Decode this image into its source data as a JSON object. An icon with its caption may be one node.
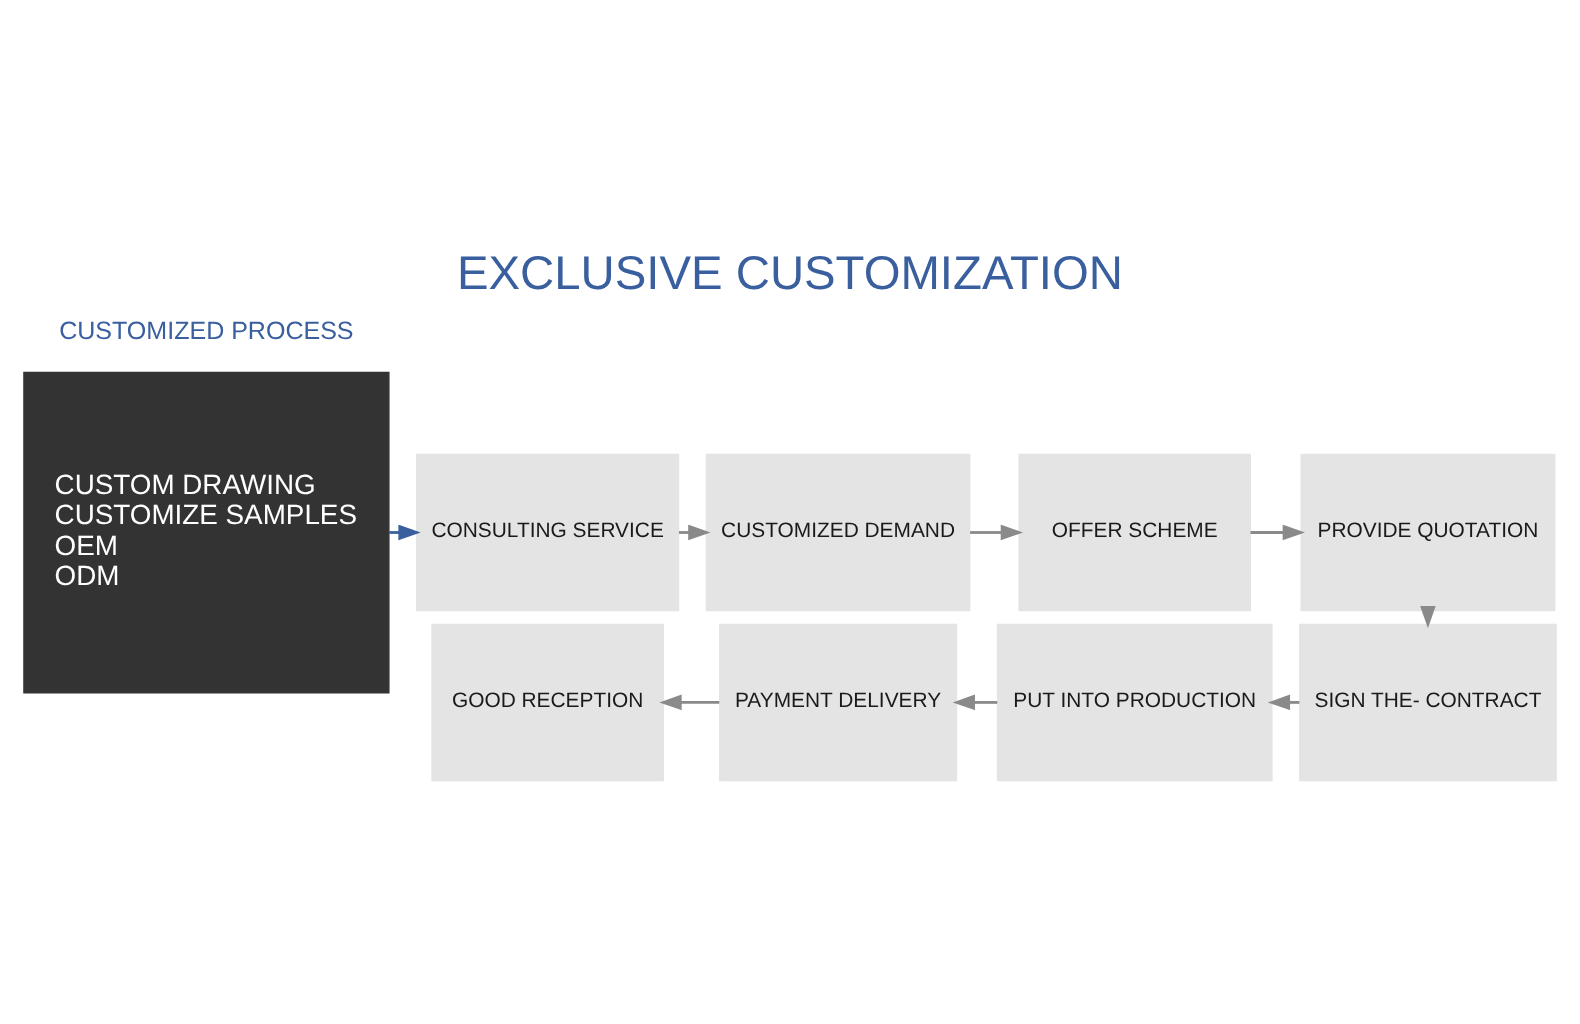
{
  "diagram": {
    "title": "EXCLUSIVE CUSTOMIZATION",
    "nodes": [
      {
        "text": [
          "CUSTOM DRAWING",
          "CUSTOMIZE SAMPLES",
          "OEM",
          "ODM"
        ]
      },
      {
        "text": [
          "CONSULTING SERVICE"
        ]
      },
      {
        "text": [
          "CUSTOMIZED DEMAND"
        ]
      },
      {
        "text": [
          "OFFER SCHEME"
        ]
      },
      {
        "text": [
          "PROVIDE QUOTATION"
        ]
      },
      {
        "text": [
          "GOOD RECEPTION"
        ]
      },
      {
        "text": [
          "PAYMENT DELIVERY"
        ]
      },
      {
        "text": [
          "PUT INTO PRODUCTION"
        ]
      },
      {
        "text": [
          "SIGN THE- CONTRACT"
        ]
      }
    ],
    "edges": [
      {
        "from": 0,
        "to": 1,
        "arrow": "to",
        "color": "#3a5f9e"
      },
      {
        "from": 1,
        "to": 2,
        "arrow": "to"
      },
      {
        "from": 2,
        "to": 3,
        "arrow": "to"
      },
      {
        "from": 3,
        "to": 4,
        "arrow": "to"
      },
      {
        "from": 4,
        "to": 8,
        "arrow": "to"
      },
      {
        "from": 8,
        "to": 7,
        "arrow": "to"
      },
      {
        "from": 7,
        "to": 6,
        "arrow": "to"
      },
      {
        "from": 6,
        "to": 5,
        "arrow": "to"
      }
    ],
    "labels": [
      "CUSTOMIZED PROCESS"
    ]
  }
}
